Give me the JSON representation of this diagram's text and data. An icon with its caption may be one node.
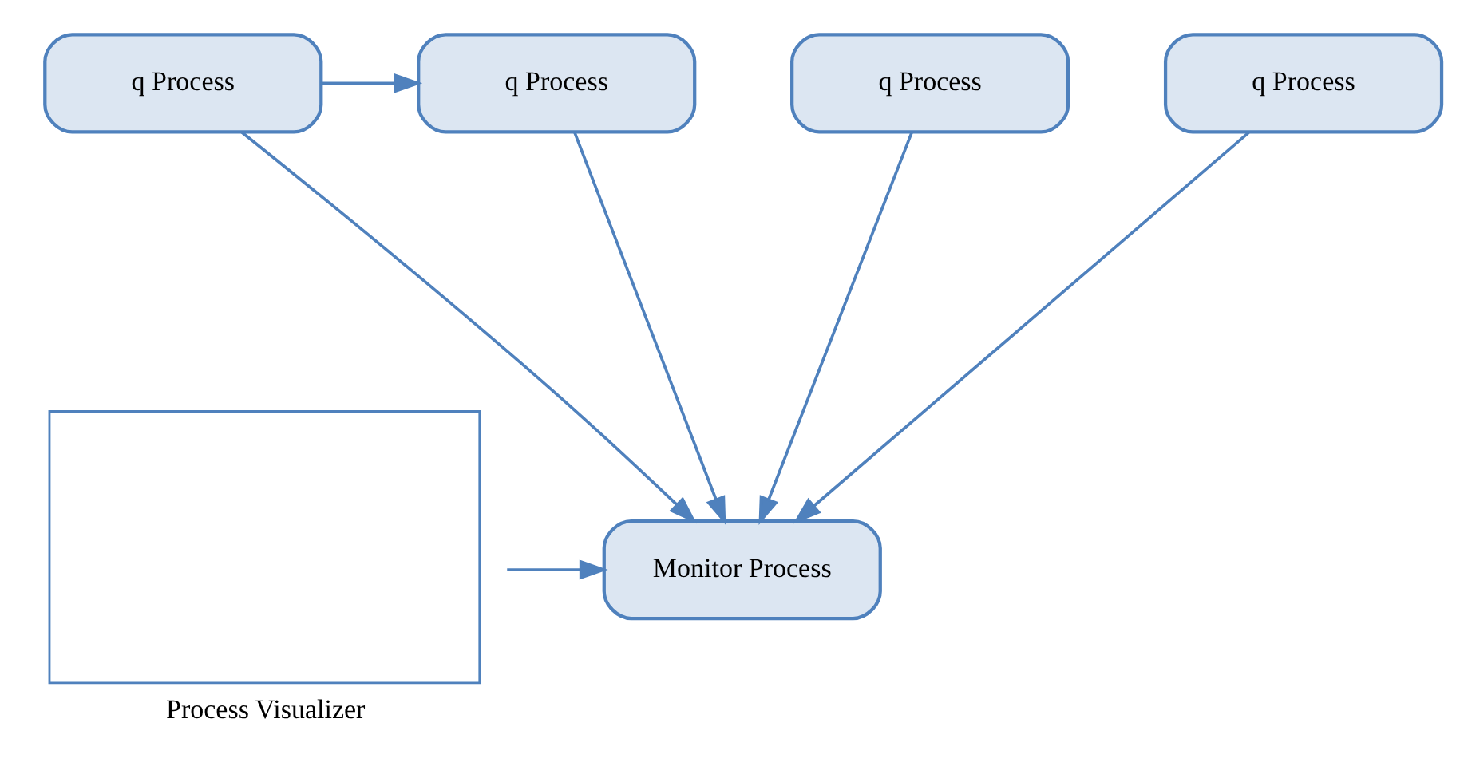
{
  "diagram": {
    "nodes": [
      {
        "text": [
          "Process Visualizer"
        ]
      },
      {
        "text": [
          "Monitor Process"
        ]
      },
      {
        "text": [
          "q Process"
        ]
      },
      {
        "text": [
          "q Process"
        ]
      },
      {
        "text": [
          "q Process"
        ]
      },
      {
        "text": [
          "q Process"
        ]
      }
    ],
    "edges": [
      {
        "from": 0,
        "to": 1,
        "arrow": "to"
      },
      {
        "from": 2,
        "to": 1,
        "arrow": "to"
      },
      {
        "from": 3,
        "to": 1,
        "arrow": "to"
      },
      {
        "from": 4,
        "to": 1,
        "arrow": "to"
      },
      {
        "from": 5,
        "to": 1,
        "arrow": "to"
      },
      {
        "from": 2,
        "to": 3,
        "arrow": "to"
      }
    ]
  }
}
